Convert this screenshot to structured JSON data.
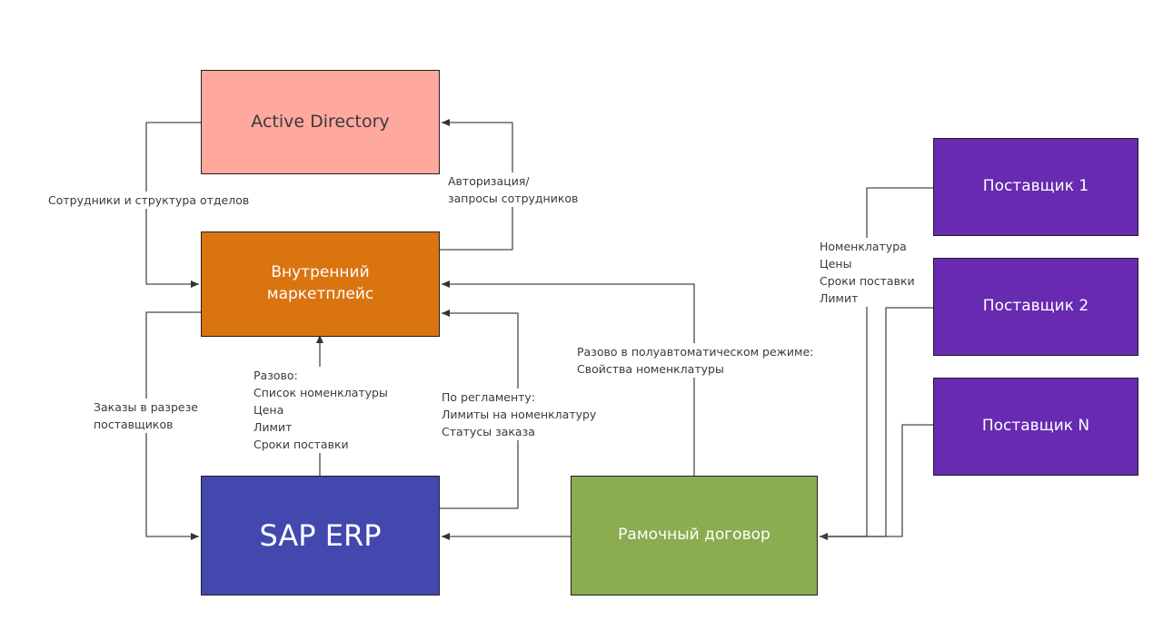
{
  "colors": {
    "active_directory": "#ffa89e",
    "marketplace": "#da7411",
    "sap": "#4248ad",
    "contract": "#8bac50",
    "supplier": "#672ab1",
    "edge": "#4a4a4a"
  },
  "nodes": {
    "active_directory": "Active Directory",
    "marketplace": "Внутренний\nмаркетплейс",
    "sap_erp": "SAP ERP",
    "contract": "Рамочный договор",
    "supplier_1": "Поставщик 1",
    "supplier_2": "Поставщик 2",
    "supplier_n": "Поставщик N"
  },
  "edge_labels": {
    "employees_structure": "Сотрудники и структура отделов",
    "authorization": "Авторизация/\nзапросы сотрудников",
    "orders_by_supplier": "Заказы в разрезе\nпоставщиков",
    "one_time": "Разово:\nСписок номенклатуры\nЦена\nЛимит\nСроки поставки",
    "by_schedule": "По регламенту:\nЛимиты на номенклатуру\nСтатусы заказа",
    "semi_auto": "Разово в полуавтоматическом режиме:\nСвойства номенклатуры",
    "supplier_data": "Номенклатура\nЦены\nСроки поставки\nЛимит"
  }
}
